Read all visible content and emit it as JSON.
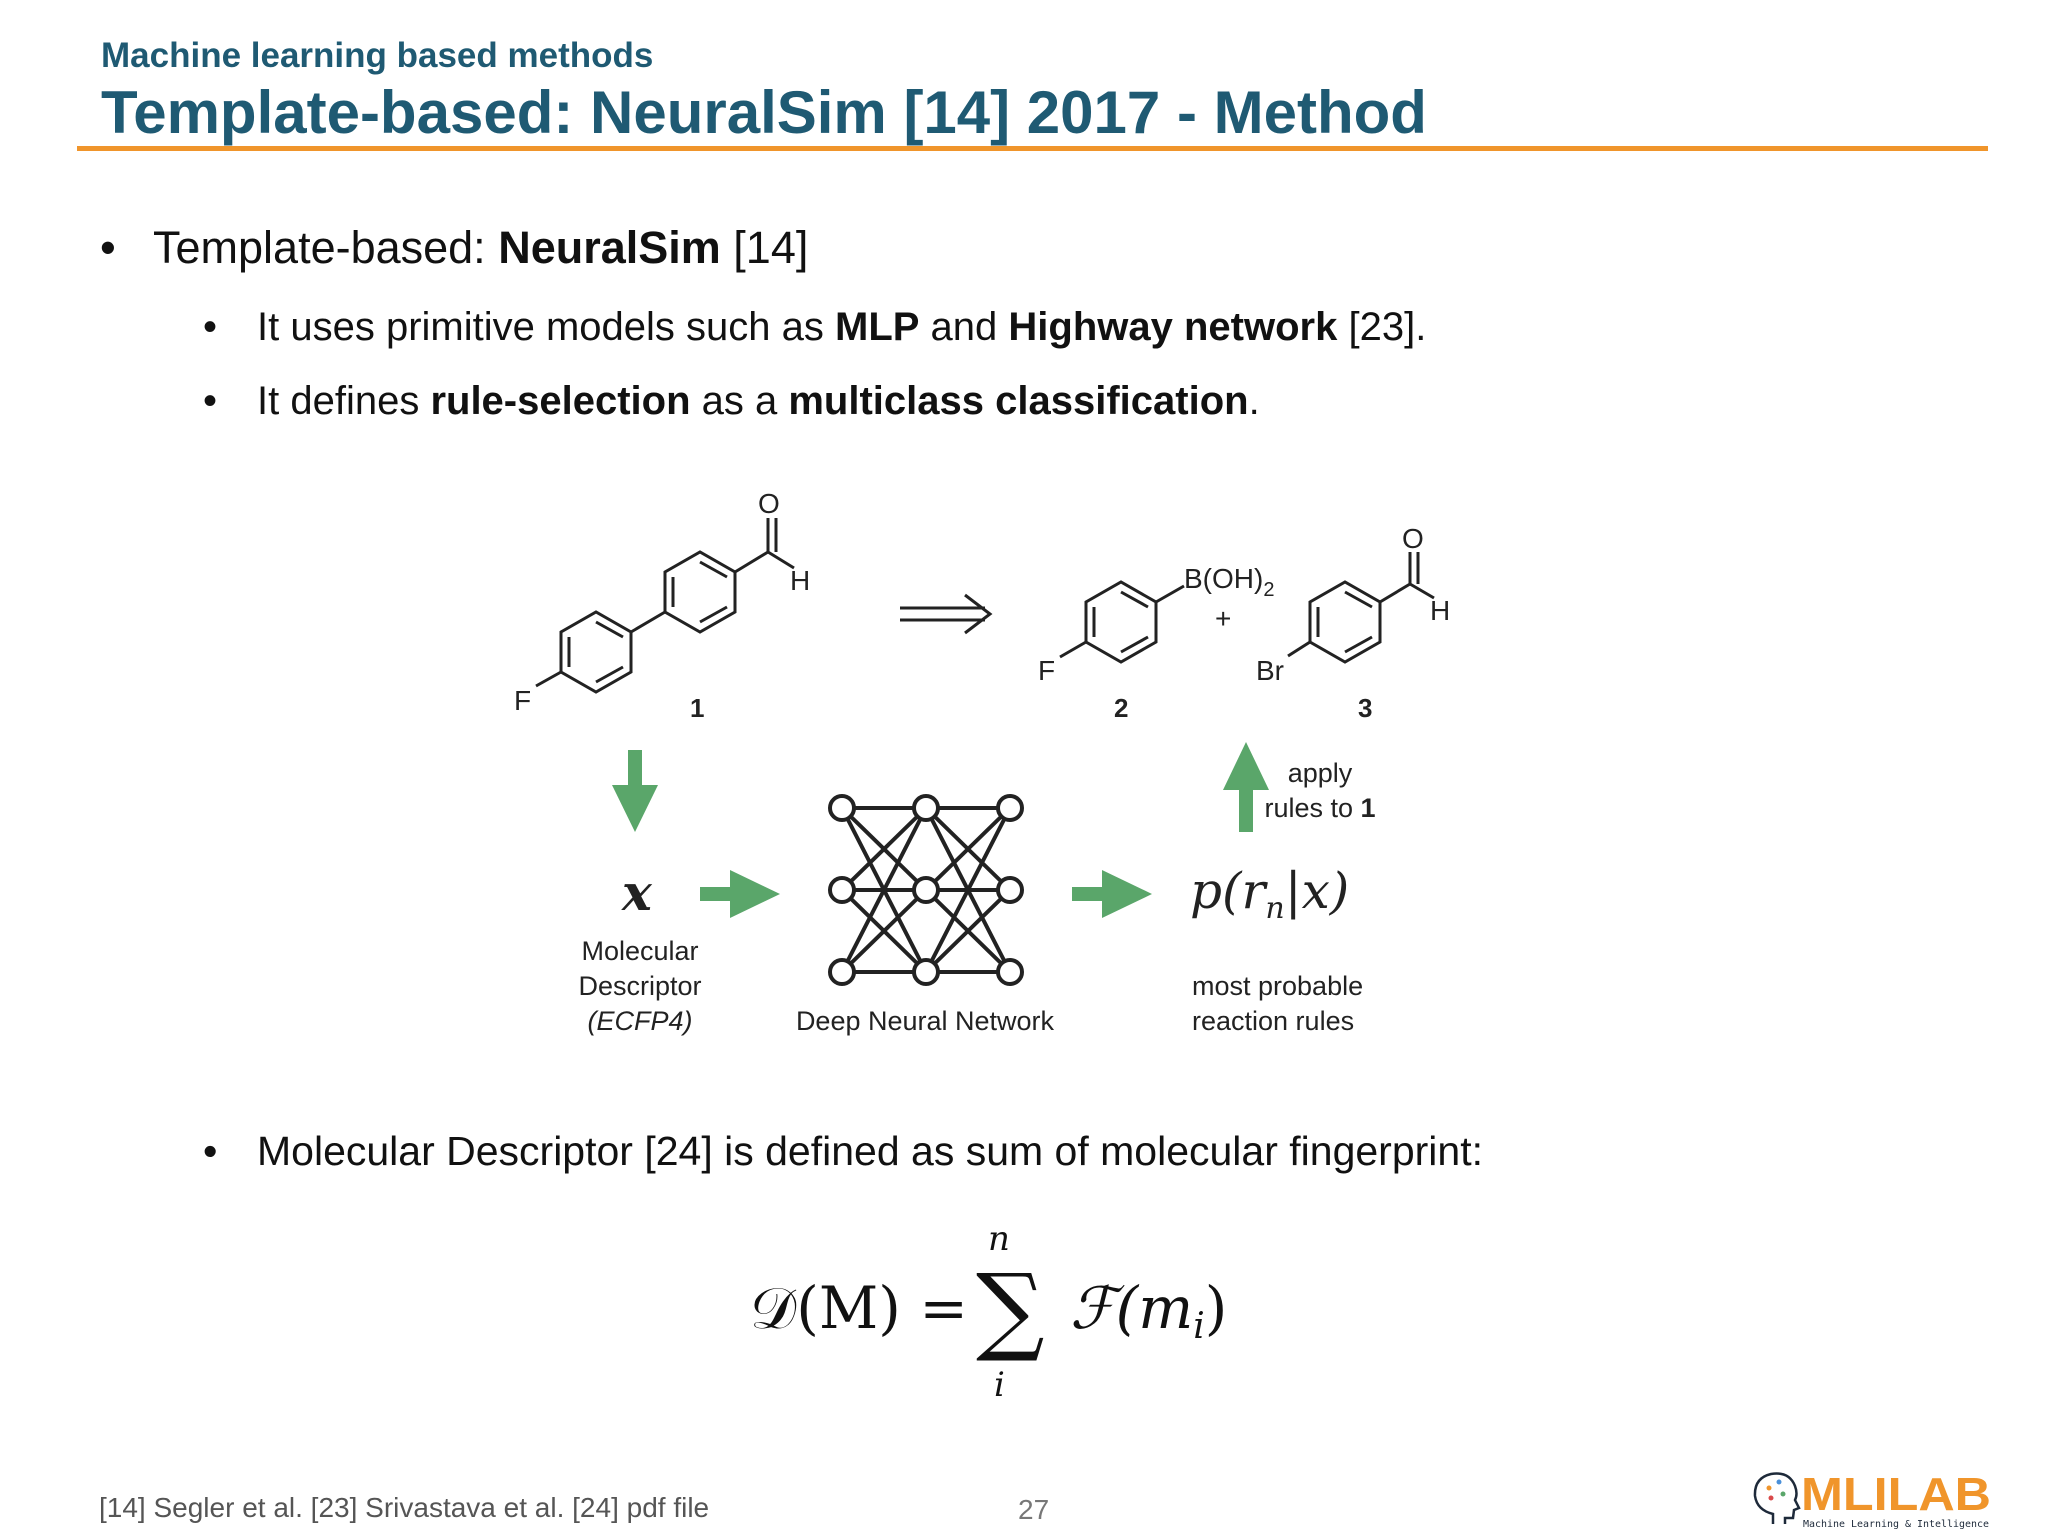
{
  "header": {
    "section": "Machine learning based methods",
    "title": "Template-based: NeuralSim [14] 2017 - Method"
  },
  "bullets": {
    "b1": {
      "pre": "Template-based: ",
      "bold": "NeuralSim",
      "post": " [14]"
    },
    "b2": {
      "pre": "It uses primitive models such as ",
      "bold1": "MLP",
      "mid": " and ",
      "bold2": "Highway network",
      "post": " [23]."
    },
    "b3": {
      "pre": "It defines ",
      "bold1": "rule-selection",
      "mid": " as a ",
      "bold2": "multiclass classification",
      "post": "."
    },
    "b4": {
      "text": "Molecular Descriptor [24] is defined as sum of molecular fingerprint:"
    }
  },
  "figure": {
    "mol1": {
      "atom_f": "F",
      "atom_o": "O",
      "atom_h": "H",
      "label": "1"
    },
    "mol2": {
      "atom_f": "F",
      "group": "B(OH)",
      "subscript": "2",
      "label": "2"
    },
    "plus": "+",
    "mol3": {
      "atom_br": "Br",
      "atom_o": "O",
      "atom_h": "H",
      "label": "3"
    },
    "x_symbol": "x",
    "descriptor_line1": "Molecular",
    "descriptor_line2": "Descriptor",
    "descriptor_line3": "(ECFP4)",
    "network_label": "Deep Neural Network",
    "prob_label_p": "p(r",
    "prob_label_n": "n",
    "prob_label_rest": "|x)",
    "result_line1": "most probable",
    "result_line2": "reaction rules",
    "apply_line1": "apply",
    "apply_line2_pre": "rules to ",
    "apply_line2_bold": "1"
  },
  "formula": {
    "lhs": "𝒟(M) =",
    "sigma": "∑",
    "upper": "n",
    "lower": "i",
    "rhs_f": "ℱ(m",
    "rhs_sub": "i",
    "rhs_close": ")"
  },
  "footer": {
    "refs": "[14] Segler et al. [23] Srivastava et al. [24] pdf file",
    "page": "27"
  },
  "logo": {
    "text": "MLILAB",
    "subtitle": "Machine Learning & Intelligence"
  },
  "colors": {
    "title": "#1f5a73",
    "accent_rule": "#f0952b",
    "arrow_green": "#5aa66a",
    "logo_orange": "#f0952b",
    "logo_dark": "#1e2a3a"
  }
}
